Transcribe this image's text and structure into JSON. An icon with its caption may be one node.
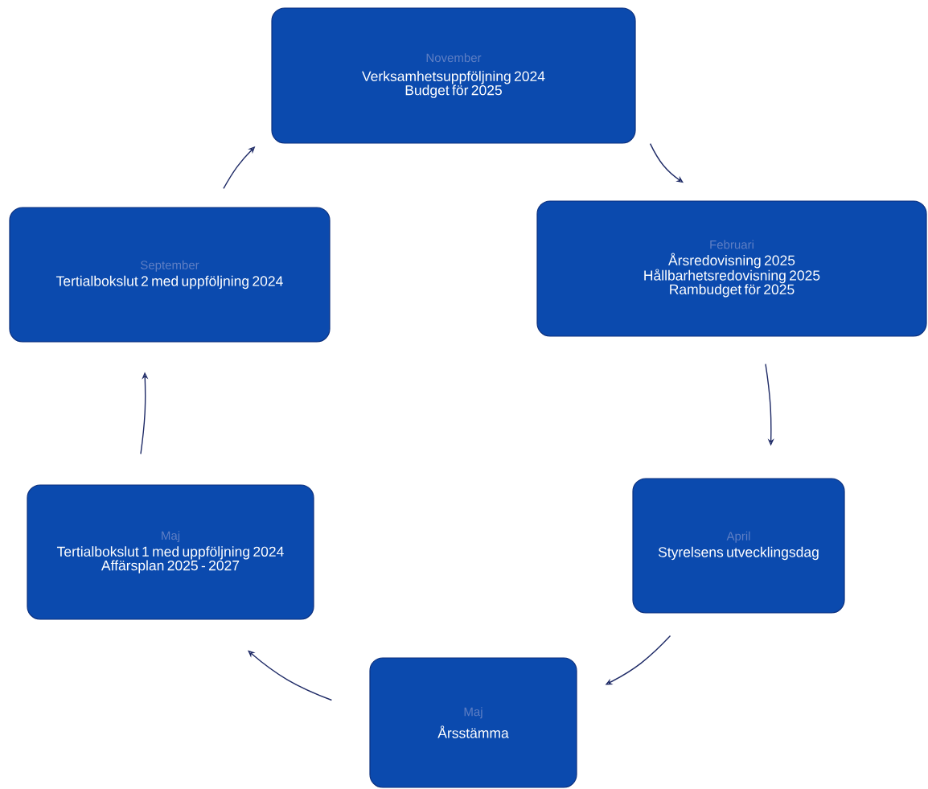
{
  "diagram": {
    "nodes": [
      {
        "text": [
          "November",
          "Verksamhetsuppföljning 2024",
          "Budget för 2025"
        ]
      },
      {
        "text": [
          "Februari",
          "Årsredovisning 2025",
          "Hållbarhetsredovisning 2025",
          "Rambudget för 2025"
        ]
      },
      {
        "text": [
          "September",
          "Tertialbokslut 2 med uppföljning 2024"
        ]
      },
      {
        "text": [
          "April",
          "Styrelsens utvecklingsdag"
        ]
      },
      {
        "text": [
          "Maj",
          "Tertialbokslut 1 med uppföljning 2024",
          "Affärsplan 2025 - 2027"
        ]
      },
      {
        "text": [
          "Maj",
          "Årsstämma"
        ]
      }
    ],
    "edges": [
      {
        "from": 0,
        "to": 1,
        "arrow": "to"
      },
      {
        "from": 1,
        "to": 3,
        "arrow": "to"
      },
      {
        "from": 3,
        "to": 5,
        "arrow": "to"
      },
      {
        "from": 5,
        "to": 4,
        "arrow": "to"
      },
      {
        "from": 4,
        "to": 2,
        "arrow": "to"
      },
      {
        "from": 2,
        "to": 0,
        "arrow": "to"
      }
    ]
  }
}
